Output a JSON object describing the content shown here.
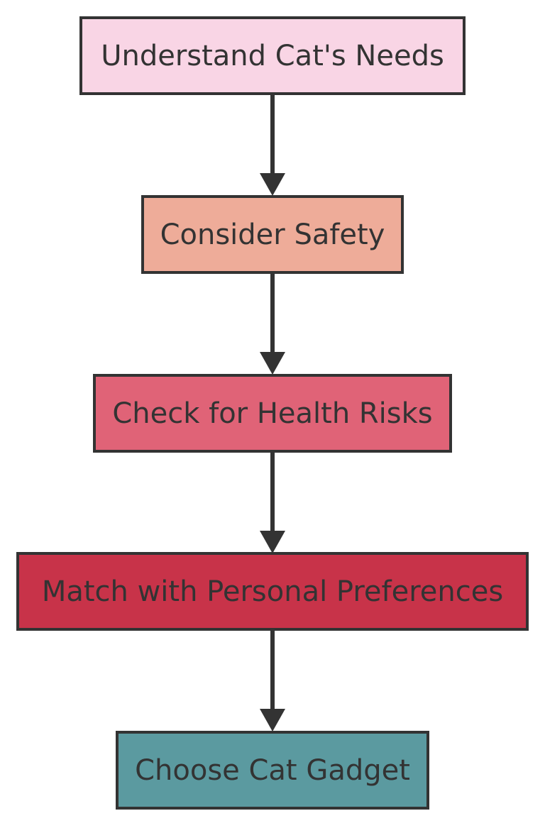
{
  "diagram": {
    "type": "flowchart",
    "direction": "top-to-bottom",
    "line_color": "#333333",
    "text_color": "#333333",
    "nodes": [
      {
        "id": "understand",
        "label": "Understand Cat's Needs",
        "fill": "#f9d5e5"
      },
      {
        "id": "safety",
        "label": "Consider Safety",
        "fill": "#eeac99"
      },
      {
        "id": "health",
        "label": "Check for Health Risks",
        "fill": "#e06377"
      },
      {
        "id": "preferences",
        "label": "Match with Personal Preferences",
        "fill": "#c83349"
      },
      {
        "id": "gadget",
        "label": "Choose Cat Gadget",
        "fill": "#5b9aa0"
      }
    ],
    "edges": [
      {
        "from": "understand",
        "to": "safety"
      },
      {
        "from": "safety",
        "to": "health"
      },
      {
        "from": "health",
        "to": "preferences"
      },
      {
        "from": "preferences",
        "to": "gadget"
      }
    ]
  }
}
